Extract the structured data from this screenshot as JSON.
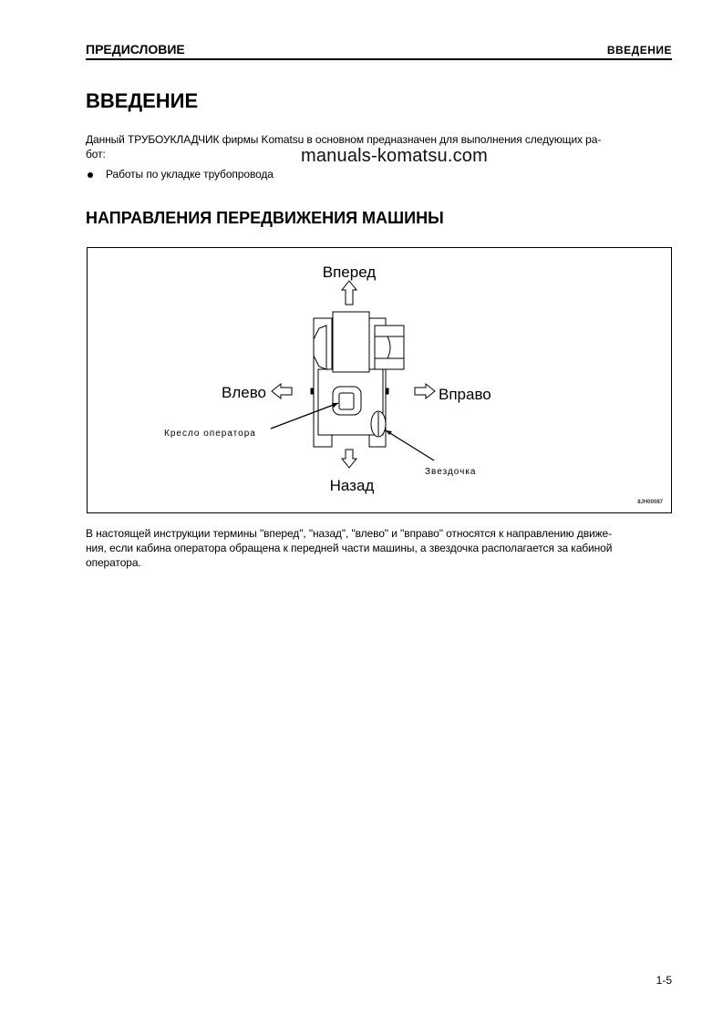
{
  "header": {
    "left": "ПРЕДИСЛОВИЕ",
    "right": "ВВЕДЕНИЕ"
  },
  "title": "ВВЕДЕНИЕ",
  "intro": {
    "line1": "Данный ТРУБОУКЛАДЧИК фирмы Komatsu в основном предназначен для выполнения следующих ра-",
    "line2": "бот:"
  },
  "watermark": "manuals-komatsu.com",
  "bullets": [
    "Работы по укладке трубопровода"
  ],
  "section_title": "НАПРАВЛЕНИЯ ПЕРЕДВИЖЕНИЯ МАШИНЫ",
  "figure": {
    "forward": "Вперед",
    "back": "Назад",
    "left": "Влево",
    "right": "Вправо",
    "seat_label": "Кресло оператора",
    "sprocket_label": "Звездочка",
    "figure_id": "8JH00087"
  },
  "caption": {
    "line1": "В настоящей инструкции термины \"вперед\", \"назад\", \"влево\" и \"вправо\" относятся к направлению движе-",
    "line2": "ния, если кабина оператора обращена к передней части машины, а звездочка располагается за кабиной",
    "line3": "оператора."
  },
  "page_number": "1-5"
}
